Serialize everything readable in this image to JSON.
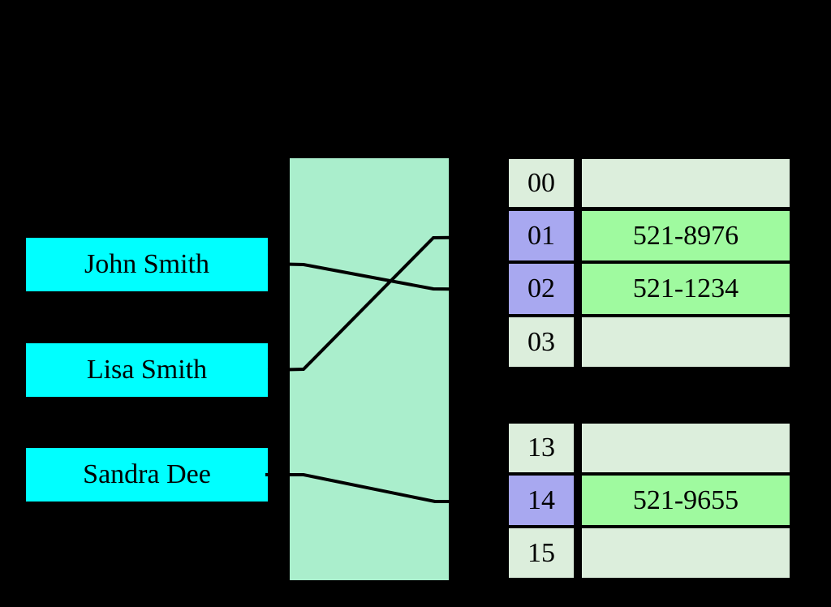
{
  "background": "#000000",
  "colors": {
    "key_fill": "#00ffff",
    "hash_fill": "#aaeecc",
    "cell_empty": "#dceedc",
    "cell_index_active": "#a8a8f0",
    "cell_value_active": "#9ffa9f",
    "line": "#000000",
    "text": "#000000"
  },
  "keys": [
    {
      "label": "John Smith"
    },
    {
      "label": "Lisa Smith"
    },
    {
      "label": "Sandra Dee"
    }
  ],
  "buckets": [
    {
      "index": "00",
      "value": "",
      "active": false
    },
    {
      "index": "01",
      "value": "521-8976",
      "active": true
    },
    {
      "index": "02",
      "value": "521-1234",
      "active": true
    },
    {
      "index": "03",
      "value": "",
      "active": false
    },
    {
      "index": "13",
      "value": "",
      "active": false
    },
    {
      "index": "14",
      "value": "521-9655",
      "active": true
    },
    {
      "index": "15",
      "value": "",
      "active": false
    }
  ],
  "connections": [
    {
      "from": "John Smith",
      "to": "02"
    },
    {
      "from": "Lisa Smith",
      "to": "01"
    },
    {
      "from": "Sandra Dee",
      "to": "14"
    }
  ]
}
